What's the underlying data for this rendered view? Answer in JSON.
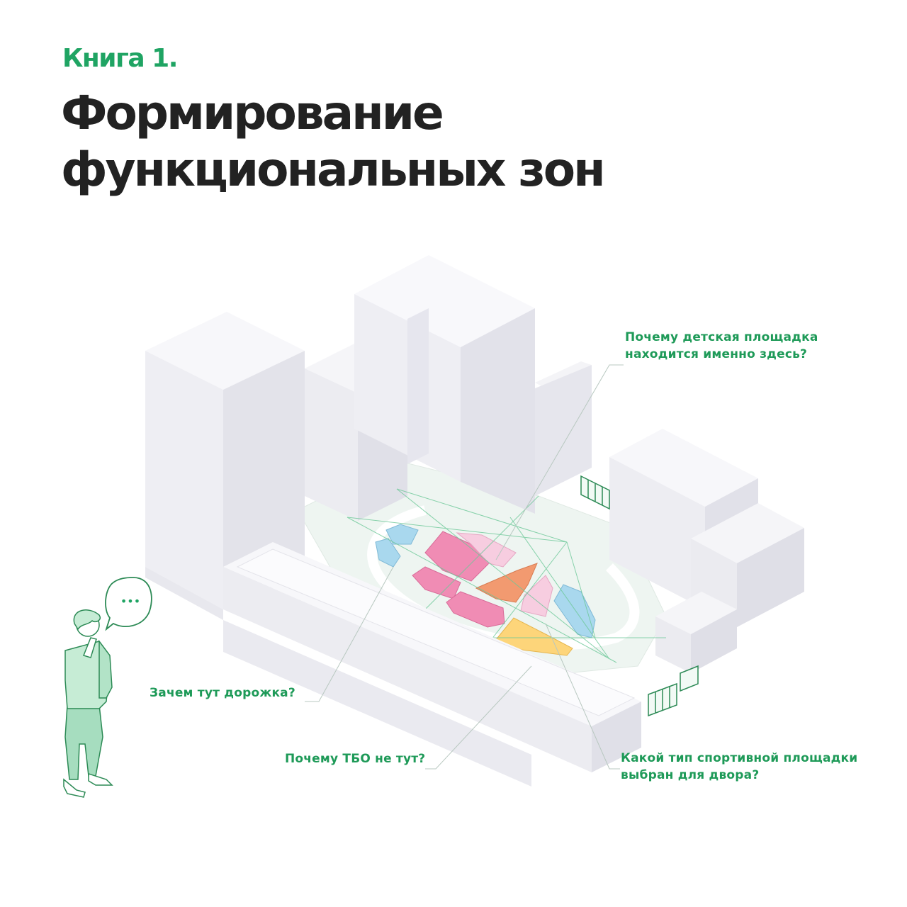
{
  "header": {
    "kicker": "Книга 1.",
    "title_line1": "Формирование",
    "title_line2": "функциональных зон"
  },
  "callouts": {
    "playground": {
      "line1": "Почему детская площадка",
      "line2": "находится именно здесь?"
    },
    "path": "Зачем тут дорожка?",
    "waste": "Почему ТБО не тут?",
    "sport": {
      "line1": "Какой тип спортивной площадки",
      "line2": "выбран для двора?"
    }
  },
  "thought_bubble": "•••",
  "colors": {
    "accent_green": "#1fa463",
    "title_text": "#222222",
    "building_top": "#f7f7fa",
    "building_left": "#eeeef3",
    "building_right": "#e2e2ea",
    "zone_pink": "#f08cb4",
    "zone_light_pink": "#f7cde0",
    "zone_orange": "#f29a70",
    "zone_yellow": "#fdd57a",
    "zone_blue": "#a9d8ee",
    "courtyard": "#eef5f1"
  }
}
